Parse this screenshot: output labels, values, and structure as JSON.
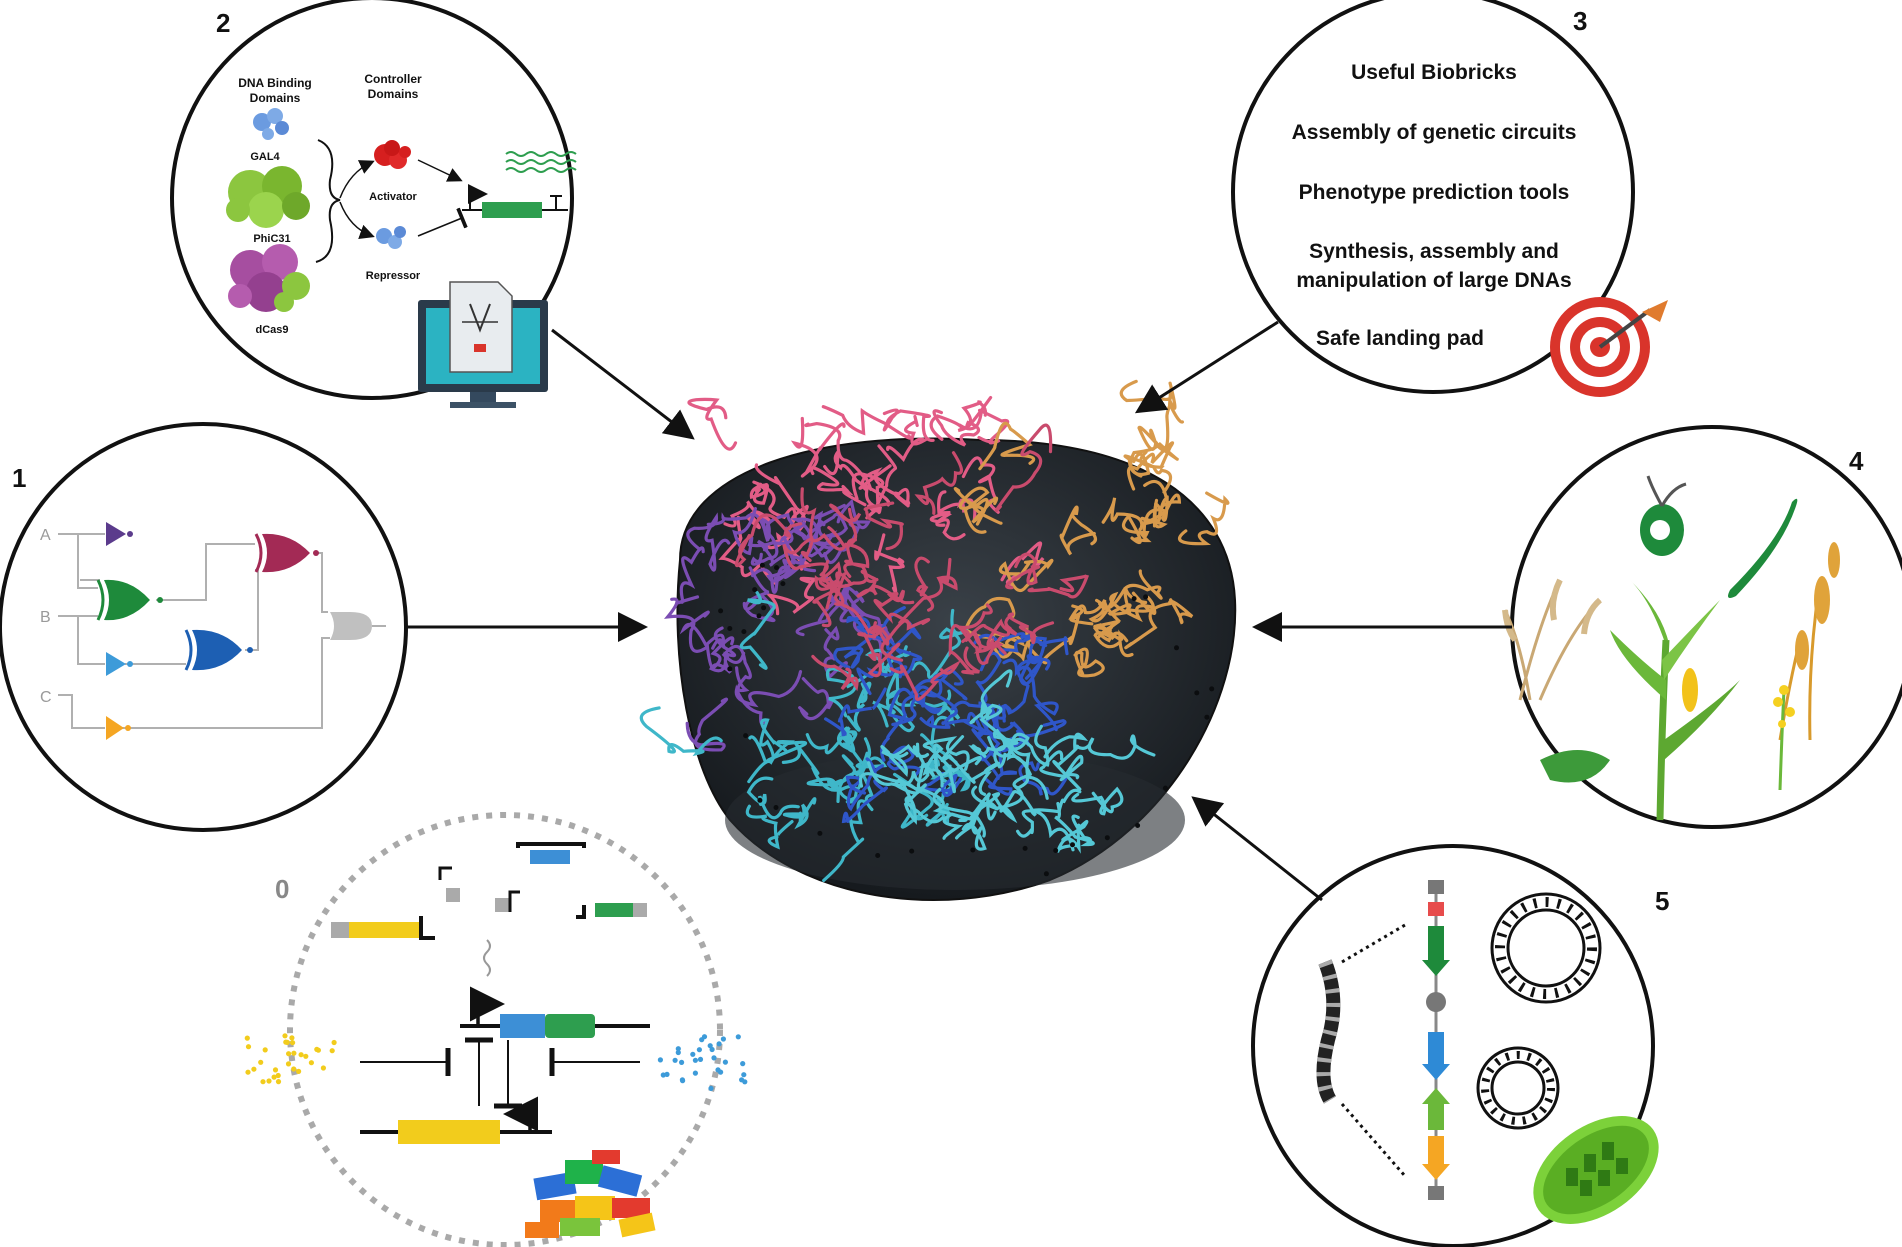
{
  "panels": {
    "p0": {
      "number": "0"
    },
    "p1": {
      "number": "1",
      "inputs": [
        "A",
        "B",
        "C"
      ]
    },
    "p2": {
      "number": "2",
      "dna_binding_title": [
        "DNA Binding",
        "Domains"
      ],
      "controller_title": [
        "Controller",
        "Domains"
      ],
      "proteins": [
        "GAL4",
        "PhiC31",
        "dCas9"
      ],
      "activator": "Activator",
      "repressor": "Repressor"
    },
    "p3": {
      "number": "3",
      "items": [
        "Useful Biobricks",
        "Assembly of genetic circuits",
        "Phenotype prediction tools",
        "Synthesis, assembly and",
        "manipulation of large DNAs",
        "Safe landing pad"
      ]
    },
    "p4": {
      "number": "4"
    },
    "p5": {
      "number": "5"
    }
  },
  "colors": {
    "purple": "#5b3b8c",
    "green": "#1e8a3b",
    "blue": "#1d5fb3",
    "lightblue": "#3d9bd9",
    "crimson": "#a32a55",
    "orange": "#f5a623",
    "yellow": "#f2cc1c",
    "gene_green": "#2e9e4f",
    "gene_blue": "#3d8fd6",
    "nucleus": "#1f2429",
    "red": "#d9342b"
  },
  "icons": [
    "computer-design-icon",
    "target-icon",
    "lego-bricks-icon",
    "chloroplast-icon",
    "plants-icon"
  ]
}
